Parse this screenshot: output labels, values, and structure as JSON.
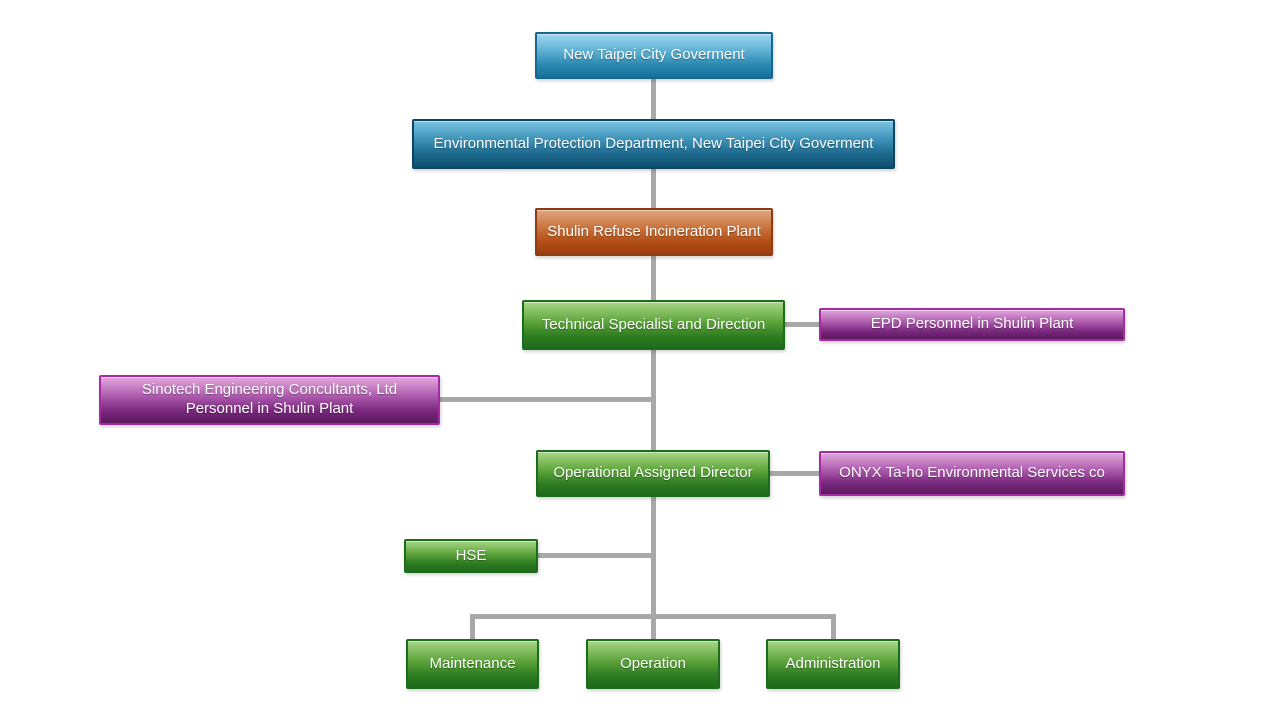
{
  "nodes": {
    "gov": {
      "label": "New Taipei City Goverment"
    },
    "epd_dept": {
      "label": "Environmental Protection Department, New Taipei City Goverment"
    },
    "shulin_plant": {
      "label": "Shulin Refuse Incineration Plant"
    },
    "tech_specialist": {
      "label": "Technical Specialist and Direction"
    },
    "epd_personnel": {
      "label": "EPD Personnel in Shulin Plant"
    },
    "sinotech": {
      "label": "Sinotech Engineering Concultants, Ltd\nPersonnel in Shulin Plant"
    },
    "op_director": {
      "label": "Operational Assigned Director"
    },
    "onyx": {
      "label": "ONYX Ta-ho Environmental Services co"
    },
    "hse": {
      "label": "HSE"
    },
    "maintenance": {
      "label": "Maintenance"
    },
    "operation": {
      "label": "Operation"
    },
    "administration": {
      "label": "Administration"
    }
  },
  "palette": {
    "blue_light": {
      "top": "#9ed9f1",
      "bottom": "#15719a",
      "border": "#19678c"
    },
    "blue_dark": {
      "top": "#7cc5e2",
      "bottom": "#0f506f",
      "border": "#0f455e"
    },
    "orange": {
      "top": "#e0a67c",
      "bottom": "#9e3d0c",
      "border": "#8c3c14"
    },
    "green": {
      "top": "#a9d787",
      "bottom": "#1e6a19",
      "border": "#1d6c1d"
    },
    "purple": {
      "top": "#e3a8de",
      "bottom": "#5c1a5e",
      "border": "#a62ba2"
    },
    "connector": "#a8a8a8",
    "text": "#ffffff",
    "background": "#ffffff"
  }
}
